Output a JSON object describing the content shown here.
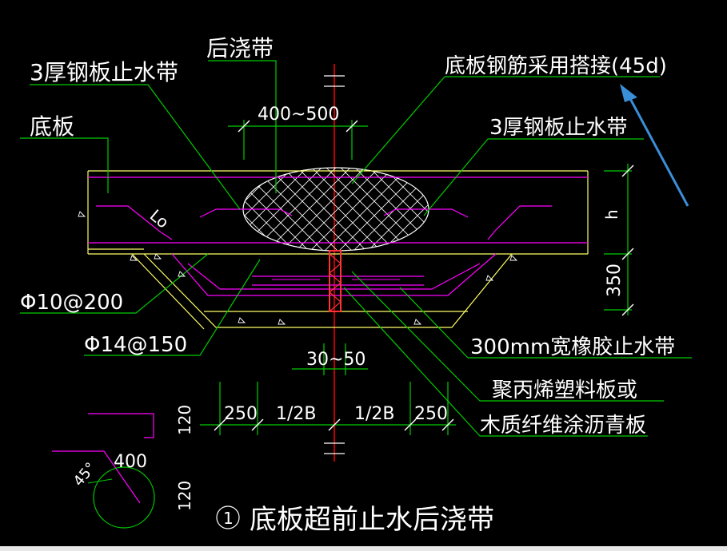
{
  "colors": {
    "background": "#000000",
    "text": "#ffffff",
    "leader": "#00cc00",
    "rebar": "#ff00ff",
    "axis": "#ff0000",
    "concrete": "#ffff66",
    "hatch": "#ffffff",
    "arrow": "#3b8fd8"
  },
  "labels": {
    "post_pour_band": "后浇带",
    "steel_plate_left": "3厚钢板止水带",
    "base_slab": "底板",
    "rebar_lap": "底板钢筋采用搭接(45d)",
    "steel_plate_right": "3厚钢板止水带",
    "rebar_phi10": "Φ10@200",
    "rebar_phi14": "Φ14@150",
    "rubber_waterstop": "300mm宽橡胶止水带",
    "filler_line1": "聚丙烯塑料板或",
    "filler_line2": "木质纤维涂沥青板",
    "lo": "Lo",
    "title_number": "1",
    "title": "底板超前止水后浇带"
  },
  "dimensions": {
    "band_width": "400~500",
    "gap": "30~50",
    "h": "h",
    "depth": "350",
    "side_left": "250",
    "half_b_left": "1/2B",
    "half_b_right": "1/2B",
    "side_right": "250",
    "detail_120_top": "120",
    "detail_400": "400",
    "detail_45": "45°",
    "detail_120_bottom": "120"
  }
}
